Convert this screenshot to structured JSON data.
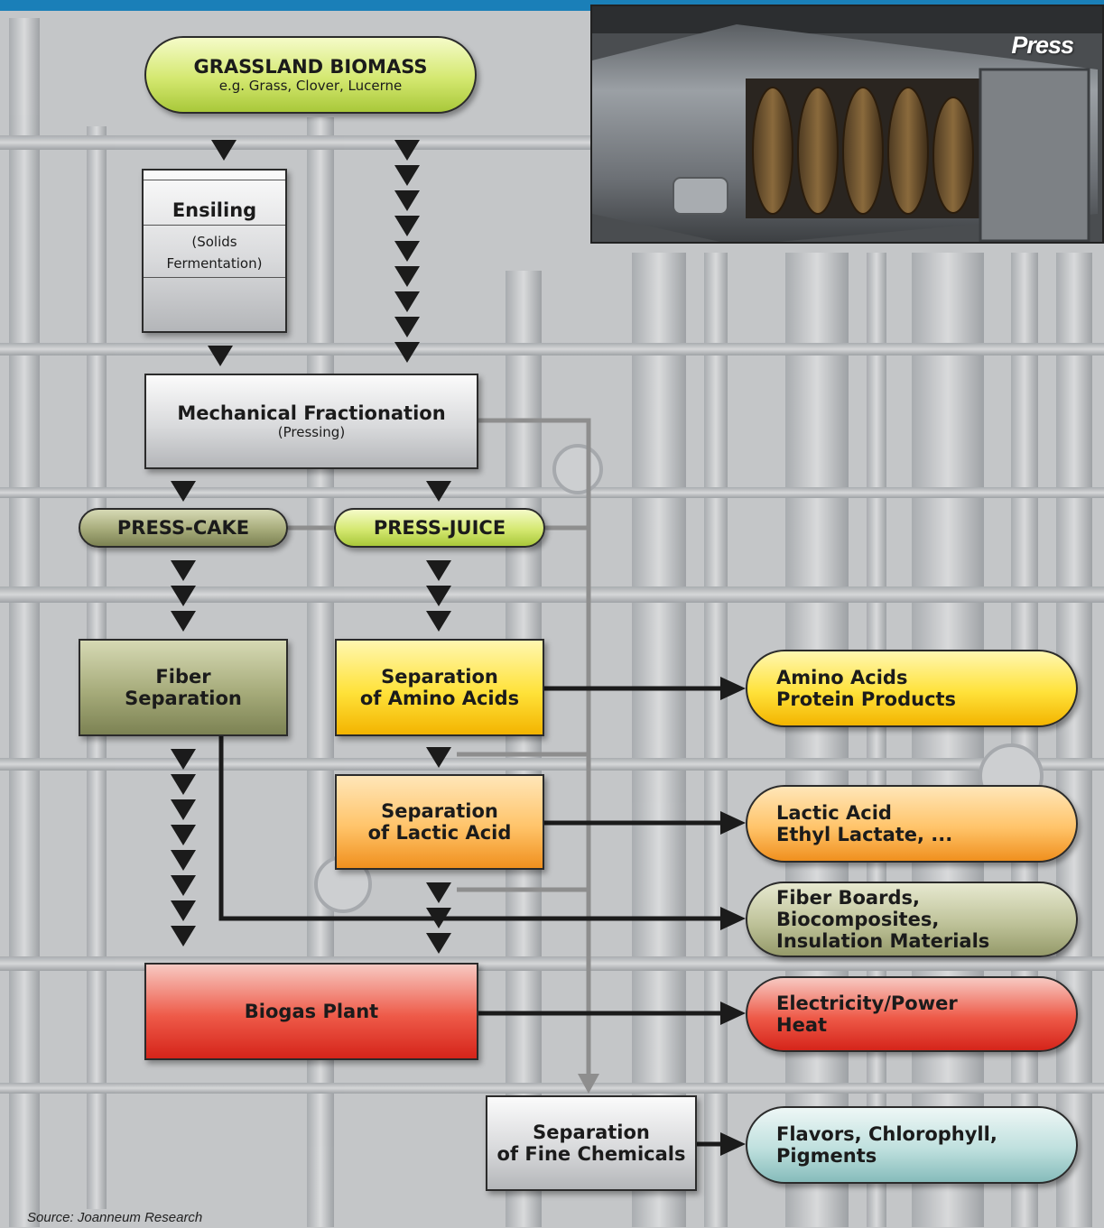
{
  "nodes": {
    "grassland": {
      "title": "GRASSLAND BIOMASS",
      "subtitle": "e.g. Grass, Clover, Lucerne"
    },
    "ensiling": {
      "title": "Ensiling",
      "subtitle_1": "(Solids",
      "subtitle_2": "Fermentation)"
    },
    "mechanical": {
      "title": "Mechanical Fractionation",
      "subtitle": "(Pressing)"
    },
    "press_cake": {
      "title": "PRESS-CAKE"
    },
    "press_juice": {
      "title": "PRESS-JUICE"
    },
    "fiber_separation": {
      "line_1": "Fiber",
      "line_2": "Separation"
    },
    "amino_separation": {
      "line_1": "Separation",
      "line_2": "of Amino Acids"
    },
    "lactic_separation": {
      "line_1": "Separation",
      "line_2": "of Lactic Acid"
    },
    "biogas": {
      "title": "Biogas Plant"
    },
    "fine_chemicals": {
      "line_1": "Separation",
      "line_2": "of Fine Chemicals"
    }
  },
  "products": {
    "amino": {
      "line_1": "Amino Acids",
      "line_2": "Protein Products"
    },
    "lactic": {
      "line_1": "Lactic Acid",
      "line_2": "Ethyl Lactate, ..."
    },
    "fiber": {
      "line_1": "Fiber Boards, Biocomposites,",
      "line_2": "Insulation Materials"
    },
    "electricity": {
      "line_1": "Electricity/Power",
      "line_2": "Heat"
    },
    "flavors": {
      "line_1": "Flavors, Chlorophyll,",
      "line_2": "Pigments"
    }
  },
  "photo": {
    "label": "Press"
  },
  "source": "Source: Joanneum Research",
  "colors": {
    "header_bar": "#1a7fb8",
    "grey_box": "#d9dadc",
    "olive": "#a6ab7a",
    "yellow": "#ffe23a",
    "orange": "#ffc46a",
    "red": "#ee5a48",
    "lime": "#d4e870",
    "light_blue": "#bfe0de",
    "connector_grey": "#8e8e8e",
    "connector_black": "#1b1b1b"
  }
}
